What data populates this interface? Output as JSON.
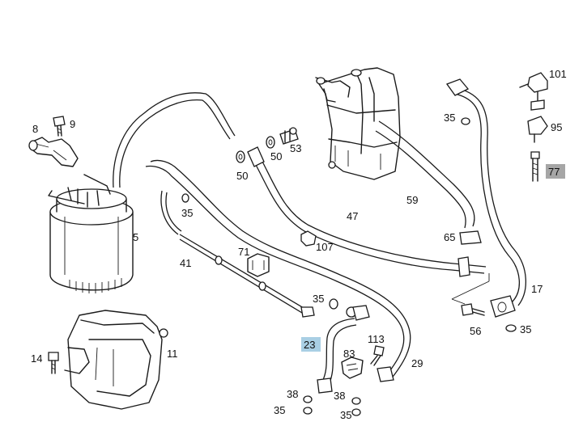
{
  "diagram": {
    "labels": [
      {
        "id": "l8",
        "text": "8"
      },
      {
        "id": "l9",
        "text": "9"
      },
      {
        "id": "l5",
        "text": "5"
      },
      {
        "id": "l14",
        "text": "14"
      },
      {
        "id": "l11",
        "text": "11"
      },
      {
        "id": "l41",
        "text": "41"
      },
      {
        "id": "l71",
        "text": "71"
      },
      {
        "id": "l35a",
        "text": "35"
      },
      {
        "id": "l50a",
        "text": "50"
      },
      {
        "id": "l50b",
        "text": "50"
      },
      {
        "id": "l53",
        "text": "53"
      },
      {
        "id": "l47",
        "text": "47"
      },
      {
        "id": "l59",
        "text": "59"
      },
      {
        "id": "l107",
        "text": "107"
      },
      {
        "id": "l35b",
        "text": "35"
      },
      {
        "id": "l23",
        "text": "23"
      },
      {
        "id": "l113",
        "text": "113"
      },
      {
        "id": "l83",
        "text": "83"
      },
      {
        "id": "l29",
        "text": "29"
      },
      {
        "id": "l38a",
        "text": "38"
      },
      {
        "id": "l35c",
        "text": "35"
      },
      {
        "id": "l38b",
        "text": "38"
      },
      {
        "id": "l35d",
        "text": "35"
      },
      {
        "id": "l35e",
        "text": "35"
      },
      {
        "id": "l65",
        "text": "65"
      },
      {
        "id": "l17",
        "text": "17"
      },
      {
        "id": "l56",
        "text": "56"
      },
      {
        "id": "l35f",
        "text": "35"
      },
      {
        "id": "l101",
        "text": "101"
      },
      {
        "id": "l95",
        "text": "95"
      },
      {
        "id": "l77",
        "text": "77"
      }
    ],
    "highlight_colors": {
      "part_23": "#a9cfe4",
      "part_77": "#a6a6a6"
    }
  }
}
